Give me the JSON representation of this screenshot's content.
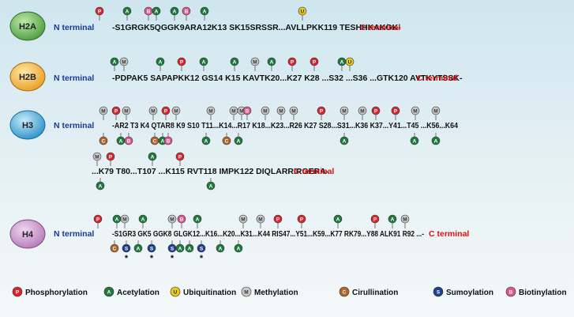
{
  "histones": [
    {
      "name": "H2A",
      "n_terminal": "N terminal",
      "sequence": "-S1GRGK5QGGK9ARA12K13 SK15SRSSR...AVLLPKK119 TESHHKAKGK-",
      "c_terminal": "C terminal"
    },
    {
      "name": "H2B",
      "n_terminal": "N terminal",
      "sequence": "-PDPAK5 SAPAPKK12 GS14 K15 KAVTK20...K27 K28 ...S32 ...S36 ...GTK120 AVTKYTSSK-",
      "c_terminal": "C terminal"
    },
    {
      "name": "H3",
      "n_terminal": "N terminal",
      "sequence": "-AR2 T3 K4 QTAR8 K9 S10 T11...K14...R17 K18...K23...R26 K27 S28...S31...K36 K37...Y41...T45 ...K56...K64",
      "sequence_line2": "...K79 T80...T107 ...K115 RVT118 IMPK122 DIQLARRIRGERA-",
      "c_terminal": "C terminal"
    },
    {
      "name": "H4",
      "n_terminal": "N terminal",
      "sequence": "-S1GR3 GK5 GGK8 GLGK12...K16...K20...K31...K44 RIS47...Y51...K59...K77 RK79...Y88 ALK91 R92 ...-",
      "c_terminal": "C terminal"
    }
  ],
  "legend": [
    {
      "letter": "P",
      "label": "Phosphorylation",
      "color": "#d9262c"
    },
    {
      "letter": "A",
      "label": "Acetylation",
      "color": "#1f7a3f"
    },
    {
      "letter": "U",
      "label": "Ubiquitination",
      "color": "#e6c919"
    },
    {
      "letter": "M",
      "label": "Methylation",
      "color": "#c8c8c8"
    },
    {
      "letter": "C",
      "label": "Cirullination",
      "color": "#b5652c"
    },
    {
      "letter": "S",
      "label": "Sumoylation",
      "color": "#1f3f8f"
    },
    {
      "letter": "B",
      "label": "Biotinylation",
      "color": "#e0558c"
    }
  ],
  "marker_colors": {
    "P": "#d9262c",
    "A": "#1f7a3f",
    "U": "#e6c919",
    "M": "#c8c8c8",
    "C": "#b5652c",
    "S": "#1f3f8f",
    "B": "#e0558c"
  },
  "ellipse_colors": {
    "H2A": "#5ab04a",
    "H2B": "#f2b43a",
    "H3": "#3fa6d8",
    "H4": "#c488c8"
  }
}
